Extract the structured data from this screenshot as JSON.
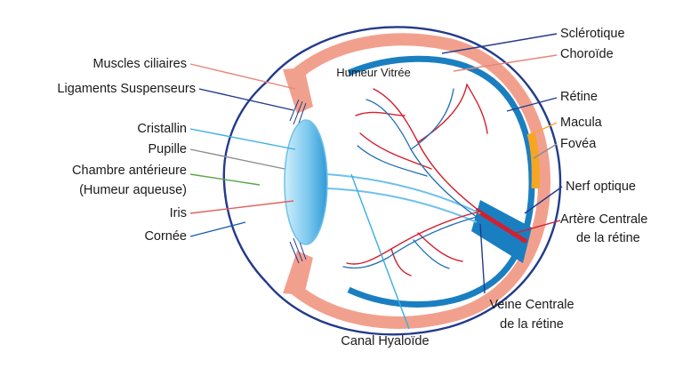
{
  "diagram": {
    "labels_left": {
      "muscles": "Muscles ciliaires",
      "ligaments": "Ligaments Suspenseurs",
      "cristallin": "Cristallin",
      "pupille": "Pupille",
      "chambre_line1": "Chambre antérieure",
      "chambre_line2": "(Humeur aqueuse)",
      "iris": "Iris",
      "cornee": "Cornée"
    },
    "labels_right": {
      "sclerotique": "Sclérotique",
      "choroide": "Choroïde",
      "retine": "Rétine",
      "macula": "Macula",
      "fovea": "Fovéa",
      "nerf": "Nerf optique",
      "artere_line1": "Artère Centrale",
      "artere_line2": "de la rétine"
    },
    "labels_bottom": {
      "veine_line1": "Veine Centrale",
      "veine_line2": "de la rétine",
      "canal": "Canal Hyaloïde"
    },
    "labels_inner": {
      "humeur_vitree": "Humeur Vitrée"
    },
    "colors": {
      "sclera_outline": "#233a8a",
      "choroid": "#f2a08e",
      "retina": "#1a7fc1",
      "macula": "#f6a623",
      "artery": "#d3202e",
      "vein": "#1f6fb2",
      "lens": "#6ec1ea",
      "leader_muscles": "#e7867a",
      "leader_ligaments": "#233a8a",
      "leader_cristallin": "#3aaee0",
      "leader_pupille": "#8c8c8c",
      "leader_chambre": "#5aa64a",
      "leader_iris": "#e0615a",
      "leader_cornee": "#1e5ea6"
    }
  }
}
